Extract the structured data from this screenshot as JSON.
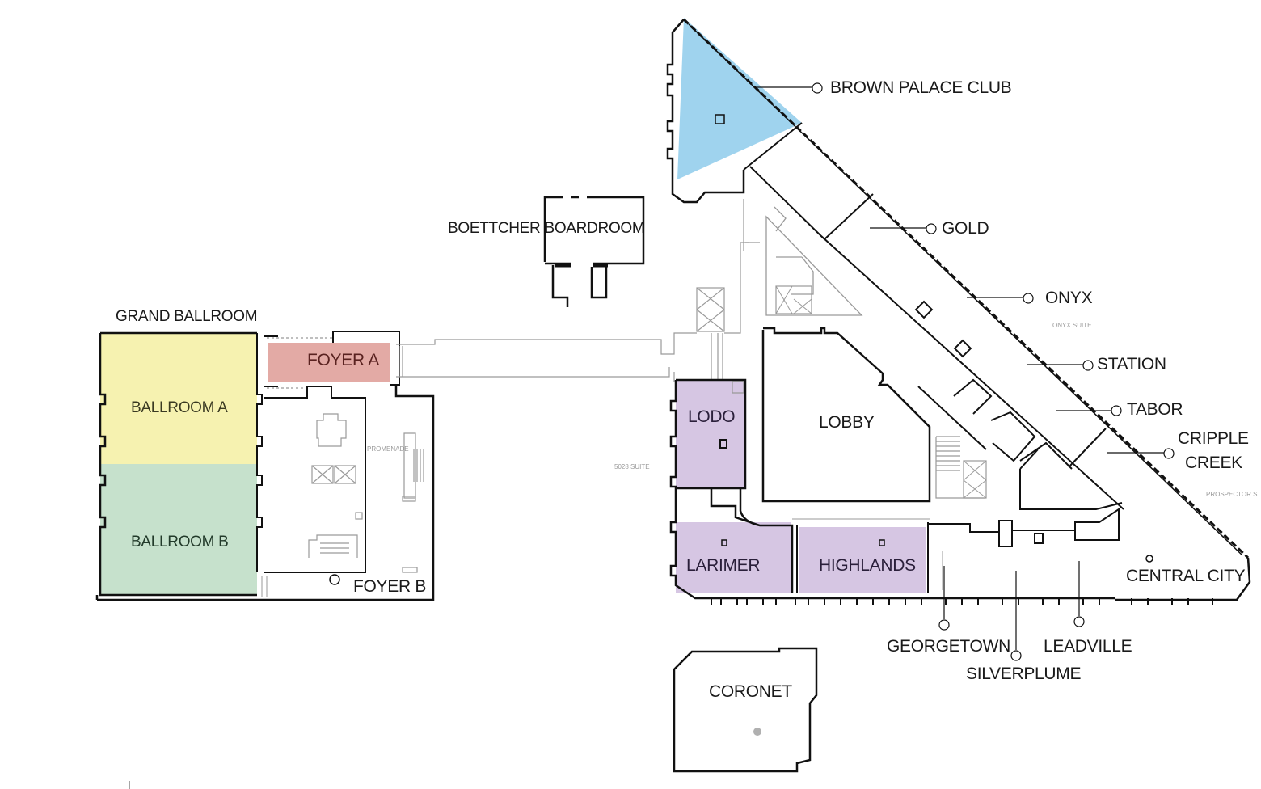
{
  "colors": {
    "ballroom_a": "#f6f2b0",
    "ballroom_b": "#c6e1cc",
    "foyer_a": "#e3aaa5",
    "lodo_group": "#d6c6e3",
    "brown_palace_club": "#9fd3ee",
    "wall": "#111111",
    "interior_line": "#9a9a9a"
  },
  "rooms": {
    "grand_ballroom": "GRAND BALLROOM",
    "ballroom_a": "BALLROOM A",
    "ballroom_b": "BALLROOM B",
    "foyer_a": "FOYER A",
    "foyer_b": "FOYER B",
    "promenade": "PROMENADE",
    "boettcher_boardroom": "BOETTCHER BOARDROOM",
    "brown_palace_club": "BROWN PALACE CLUB",
    "gold": "GOLD",
    "onyx": "ONYX",
    "onyx_suite": "ONYX SUITE",
    "station": "STATION",
    "tabor": "TABOR",
    "cripple_creek_line1": "CRIPPLE",
    "cripple_creek_line2": "CREEK",
    "prospector": "PROSPECTOR S",
    "lobby": "LOBBY",
    "lodo": "LODO",
    "suite_5028": "5028 SUITE",
    "larimer": "LARIMER",
    "highlands": "HIGHLANDS",
    "central_city": "CENTRAL CITY",
    "georgetown": "GEORGETOWN",
    "silverplume": "SILVERPLUME",
    "leadville": "LEADVILLE",
    "coronet": "CORONET"
  }
}
